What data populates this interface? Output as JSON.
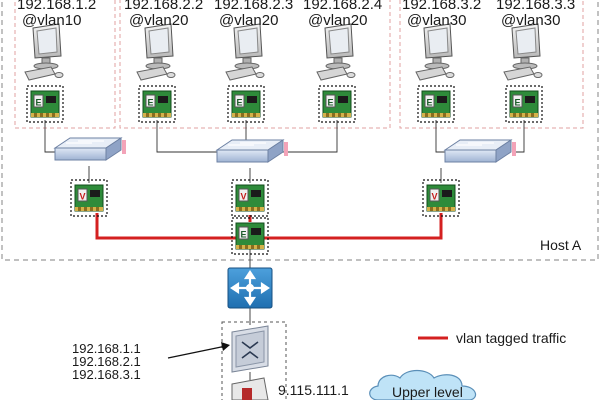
{
  "pcs": [
    {
      "ip": "192.168.1.2",
      "vlan": "@vlan10"
    },
    {
      "ip": "192.168.2.2",
      "vlan": "@vlan20"
    },
    {
      "ip": "192.168.2.3",
      "vlan": "@vlan20"
    },
    {
      "ip": "192.168.2.4",
      "vlan": "@vlan20"
    },
    {
      "ip": "192.168.3.2",
      "vlan": "@vlan30"
    },
    {
      "ip": "192.168.3.3",
      "vlan": "@vlan30"
    }
  ],
  "host_label": "Host A",
  "legend_label": "vlan tagged traffic",
  "router_ips": [
    "192.168.1.1",
    "192.168.2.1",
    "192.168.3.1"
  ],
  "wan_ip": "9.115.111.1",
  "cloud_label": "Upper level",
  "colors": {
    "tagged": "#d42020",
    "group_border": "#e0a0a0",
    "host_border": "#9a9a9a",
    "switch": "#b9c8e0",
    "nic": "#2e8b3a"
  }
}
